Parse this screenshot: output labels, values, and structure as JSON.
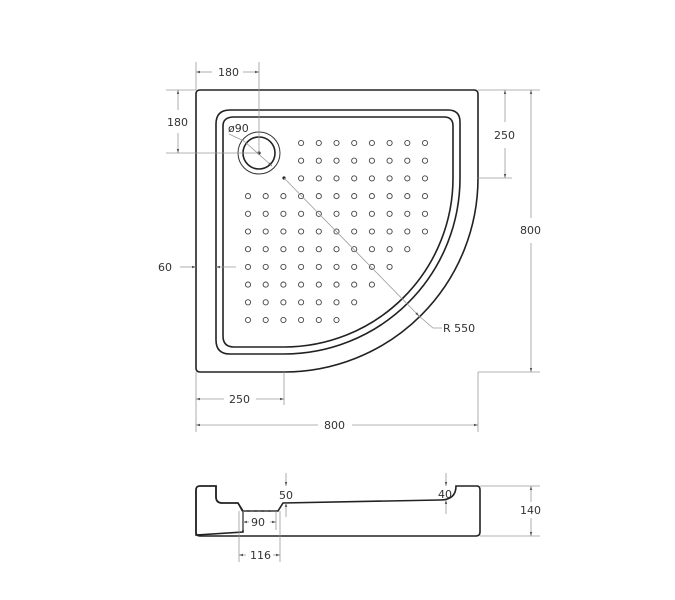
{
  "drawing": {
    "title": "Quarter-circle shower tray technical drawing",
    "units": "mm",
    "colors": {
      "outline": "#222222",
      "dimension": "#9a9a9a",
      "text": "#333333",
      "background": "#ffffff"
    }
  },
  "top_view": {
    "dimensions": {
      "drain_offset_x": "180",
      "drain_offset_y": "180",
      "drain_diameter": "ø90",
      "right_straight_segment": "250",
      "overall_depth": "800",
      "rim_width": "60",
      "bottom_straight_segment": "250",
      "overall_width": "800",
      "radius": "R 550"
    },
    "anti_slip_dots": {
      "rows": 11,
      "row_ranges": [
        [
          3,
          10
        ],
        [
          3,
          10
        ],
        [
          3,
          10
        ],
        [
          0,
          10
        ],
        [
          0,
          10
        ],
        [
          0,
          10
        ],
        [
          0,
          9
        ],
        [
          0,
          8
        ],
        [
          0,
          7
        ],
        [
          0,
          6
        ],
        [
          0,
          5
        ]
      ]
    }
  },
  "side_view": {
    "dimensions": {
      "drain_depth": "50",
      "slope_end_depth": "40",
      "overall_height": "140",
      "drain_inner_width": "90",
      "drain_outer_width": "116"
    }
  }
}
